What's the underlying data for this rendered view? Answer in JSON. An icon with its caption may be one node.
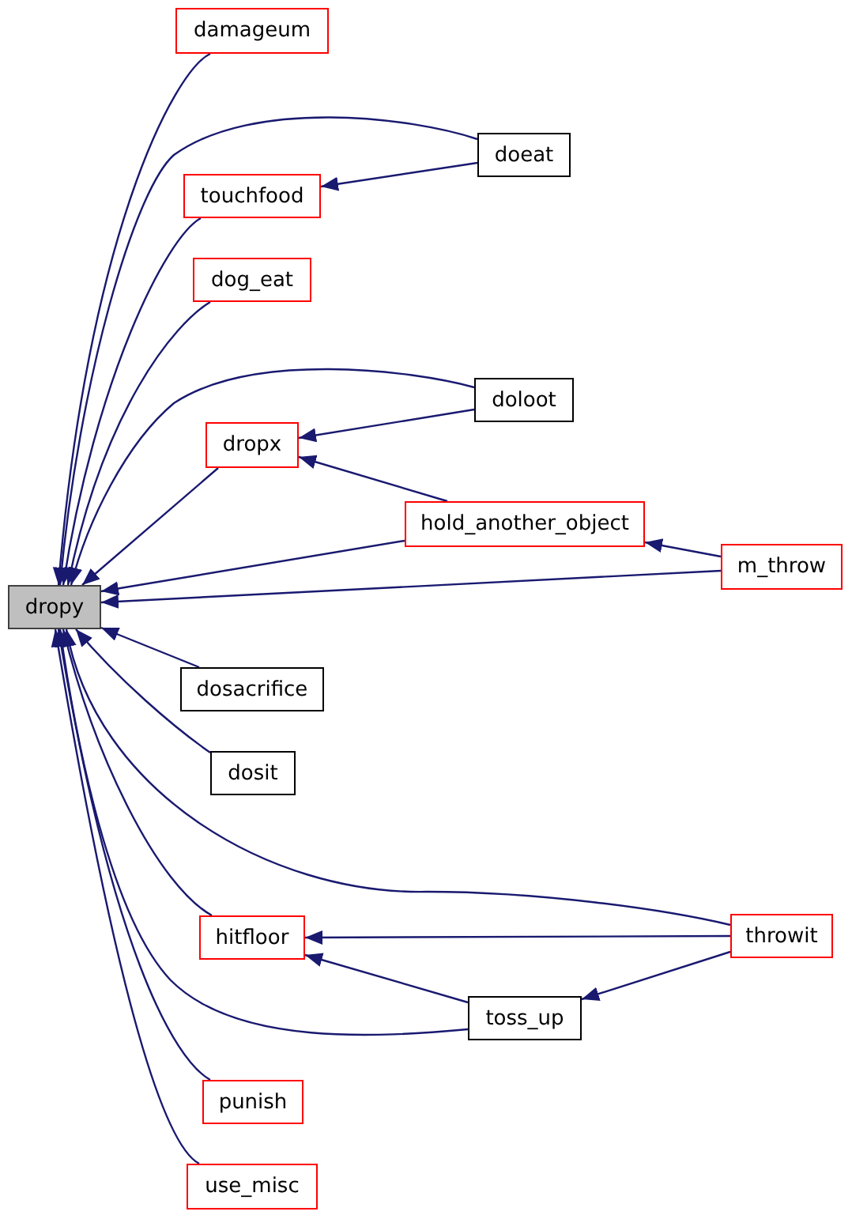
{
  "diagram": {
    "nodes": [
      {
        "text": [
          "damageum"
        ]
      },
      {
        "text": [
          "doeat"
        ]
      },
      {
        "text": [
          "touchfood"
        ]
      },
      {
        "text": [
          "dog_eat"
        ]
      },
      {
        "text": [
          "doloot"
        ]
      },
      {
        "text": [
          "dropx"
        ]
      },
      {
        "text": [
          "hold_another_object"
        ]
      },
      {
        "text": [
          "m_throw"
        ]
      },
      {
        "text": [
          "dropy"
        ]
      },
      {
        "text": [
          "dosacrifice"
        ]
      },
      {
        "text": [
          "dosit"
        ]
      },
      {
        "text": [
          "throwit"
        ]
      },
      {
        "text": [
          "hitfloor"
        ]
      },
      {
        "text": [
          "toss_up"
        ]
      },
      {
        "text": [
          "punish"
        ]
      },
      {
        "text": [
          "use_misc"
        ]
      }
    ],
    "edges": [
      {
        "from": 0,
        "to": 8,
        "arrow": "to"
      },
      {
        "from": 1,
        "to": 8,
        "arrow": "to"
      },
      {
        "from": 1,
        "to": 2,
        "arrow": "to"
      },
      {
        "from": 2,
        "to": 8,
        "arrow": "to"
      },
      {
        "from": 3,
        "to": 8,
        "arrow": "to"
      },
      {
        "from": 4,
        "to": 8,
        "arrow": "to"
      },
      {
        "from": 4,
        "to": 5,
        "arrow": "to"
      },
      {
        "from": 5,
        "to": 8,
        "arrow": "to"
      },
      {
        "from": 6,
        "to": 5,
        "arrow": "to"
      },
      {
        "from": 6,
        "to": 8,
        "arrow": "to"
      },
      {
        "from": 7,
        "to": 6,
        "arrow": "to"
      },
      {
        "from": 7,
        "to": 8,
        "arrow": "to"
      },
      {
        "from": 9,
        "to": 8,
        "arrow": "to"
      },
      {
        "from": 10,
        "to": 8,
        "arrow": "to"
      },
      {
        "from": 11,
        "to": 8,
        "arrow": "to"
      },
      {
        "from": 11,
        "to": 12,
        "arrow": "to"
      },
      {
        "from": 11,
        "to": 13,
        "arrow": "to"
      },
      {
        "from": 12,
        "to": 8,
        "arrow": "to"
      },
      {
        "from": 13,
        "to": 12,
        "arrow": "to"
      },
      {
        "from": 13,
        "to": 8,
        "arrow": "to"
      },
      {
        "from": 14,
        "to": 8,
        "arrow": "to"
      },
      {
        "from": 15,
        "to": 8,
        "arrow": "to"
      }
    ]
  }
}
